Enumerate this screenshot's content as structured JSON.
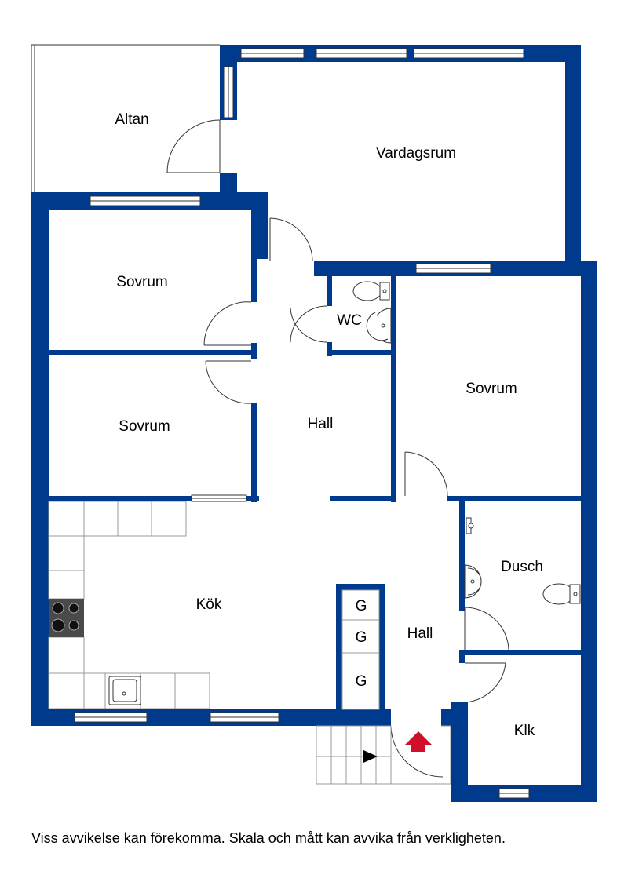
{
  "colors": {
    "wall": "#003a8c",
    "line": "#333333",
    "arrow": "#d0102a"
  },
  "rooms": {
    "altan": "Altan",
    "vardagsrum": "Vardagsrum",
    "sovrum_1": "Sovrum",
    "sovrum_2": "Sovrum",
    "sovrum_3": "Sovrum",
    "wc": "WC",
    "hall_upper": "Hall",
    "hall_lower": "Hall",
    "kok": "Kök",
    "dusch": "Dusch",
    "klk": "Klk"
  },
  "closets": [
    "G",
    "G",
    "G"
  ],
  "icons": {
    "entrance": "entrance-arrow-icon",
    "stairs": "stairs-direction-icon"
  },
  "disclaimer": "Viss avvikelse kan förekomma. Skala och mått kan avvika från verkligheten."
}
